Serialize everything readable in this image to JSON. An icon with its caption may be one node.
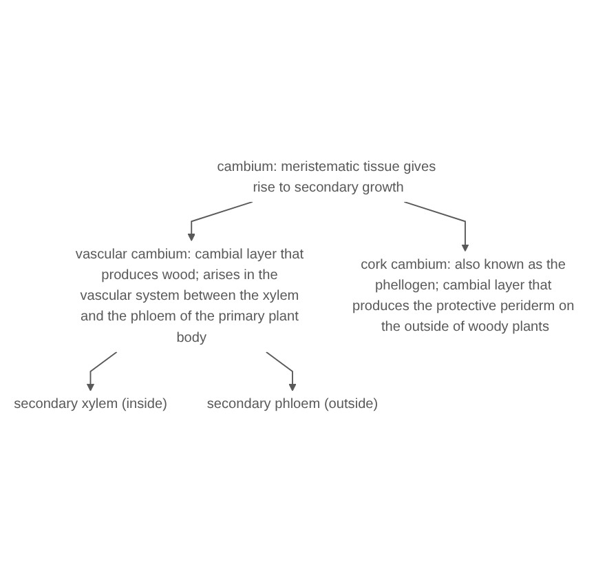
{
  "diagram": {
    "nodes": [
      {
        "text": [
          "cambium: meristematic tissue gives rise to secondary growth"
        ]
      },
      {
        "text": [
          "vascular cambium: cambial layer that produces wood; arises in the vascular system between the xylem and the phloem of the primary plant body"
        ]
      },
      {
        "text": [
          "secondary phloem (outside)"
        ]
      },
      {
        "text": [
          "secondary xylem (inside)"
        ]
      },
      {
        "text": [
          "cork cambium: also known as the phellogen; cambial layer that produces the protective periderm on the outside of woody plants"
        ]
      }
    ],
    "edges": [
      {
        "from": 0,
        "to": 1,
        "arrow": "to"
      },
      {
        "from": 0,
        "to": 4,
        "arrow": "to"
      },
      {
        "from": 1,
        "to": 3,
        "arrow": "to"
      },
      {
        "from": 1,
        "to": 2,
        "arrow": "to"
      }
    ]
  }
}
